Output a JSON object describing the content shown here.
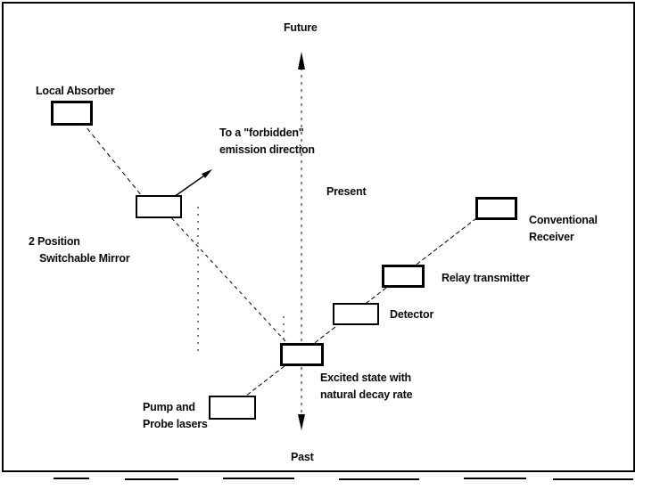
{
  "diagram": {
    "axis": {
      "top_label": "Future",
      "bottom_label": "Past",
      "middle_label": "Present"
    },
    "labels": {
      "local_absorber": "Local Absorber",
      "forbidden_direction": [
        "To a \"forbidden\"",
        "emission direction"
      ],
      "switchable_mirror": [
        "2 Position",
        "Switchable Mirror"
      ],
      "conventional_receiver": [
        "Conventional",
        "Receiver"
      ],
      "relay_transmitter": "Relay transmitter",
      "detector": "Detector",
      "excited_state": [
        "Excited state with",
        "natural decay rate"
      ],
      "pump_probe": [
        "Pump and",
        "Probe lasers"
      ]
    }
  }
}
